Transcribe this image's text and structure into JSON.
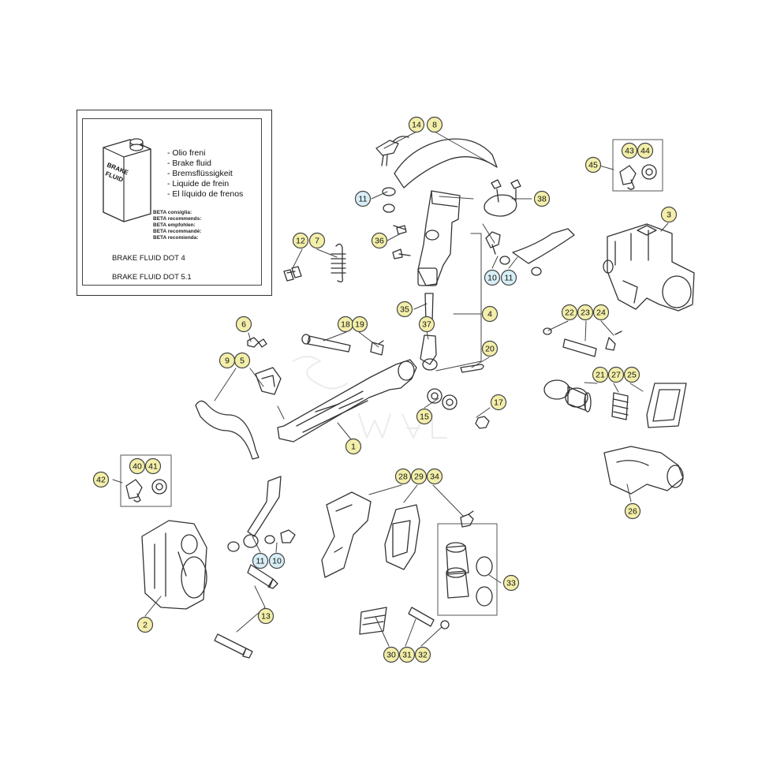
{
  "legend": {
    "can_label_line1": "BRAKE",
    "can_label_line2": "FLUID",
    "names": [
      "- Olio freni",
      "- Brake fluid",
      "- Bremsflüssigkeit",
      "- Liquide de frein",
      "- El líquido de frenos"
    ],
    "recommend": [
      "BETA consiglia:",
      "BETA recommends:",
      "BETA empfohlen:",
      "BETA recommandé:",
      "BETA recomienda:"
    ],
    "fluids": [
      "BRAKE FLUID DOT 4",
      "BRAKE FLUID DOT 5.1"
    ]
  },
  "colors": {
    "callout_fill": "#f3efaa",
    "callout_fill_blue": "#d7eef6",
    "callout_stroke": "#444444",
    "line": "#333333"
  },
  "callouts": [
    {
      "label": "14",
      "style": "yellow"
    },
    {
      "label": "8",
      "style": "yellow"
    },
    {
      "label": "11",
      "style": "blue"
    },
    {
      "label": "38",
      "style": "yellow"
    },
    {
      "label": "43",
      "style": "yellow"
    },
    {
      "label": "44",
      "style": "yellow"
    },
    {
      "label": "45",
      "style": "yellow"
    },
    {
      "label": "3",
      "style": "yellow"
    },
    {
      "label": "36",
      "style": "yellow"
    },
    {
      "label": "12",
      "style": "yellow"
    },
    {
      "label": "7",
      "style": "yellow"
    },
    {
      "label": "10",
      "style": "blue"
    },
    {
      "label": "11",
      "style": "blue"
    },
    {
      "label": "35",
      "style": "yellow"
    },
    {
      "label": "4",
      "style": "yellow"
    },
    {
      "label": "22",
      "style": "yellow"
    },
    {
      "label": "23",
      "style": "yellow"
    },
    {
      "label": "24",
      "style": "yellow"
    },
    {
      "label": "6",
      "style": "yellow"
    },
    {
      "label": "18",
      "style": "yellow"
    },
    {
      "label": "19",
      "style": "yellow"
    },
    {
      "label": "37",
      "style": "yellow"
    },
    {
      "label": "20",
      "style": "yellow"
    },
    {
      "label": "9",
      "style": "yellow"
    },
    {
      "label": "5",
      "style": "yellow"
    },
    {
      "label": "21",
      "style": "yellow"
    },
    {
      "label": "27",
      "style": "yellow"
    },
    {
      "label": "25",
      "style": "yellow"
    },
    {
      "label": "17",
      "style": "yellow"
    },
    {
      "label": "15",
      "style": "yellow"
    },
    {
      "label": "1",
      "style": "yellow"
    },
    {
      "label": "40",
      "style": "yellow"
    },
    {
      "label": "41",
      "style": "yellow"
    },
    {
      "label": "42",
      "style": "yellow"
    },
    {
      "label": "28",
      "style": "yellow"
    },
    {
      "label": "29",
      "style": "yellow"
    },
    {
      "label": "34",
      "style": "yellow"
    },
    {
      "label": "26",
      "style": "yellow"
    },
    {
      "label": "11",
      "style": "blue"
    },
    {
      "label": "10",
      "style": "blue"
    },
    {
      "label": "33",
      "style": "yellow"
    },
    {
      "label": "13",
      "style": "yellow"
    },
    {
      "label": "2",
      "style": "yellow"
    },
    {
      "label": "30",
      "style": "yellow"
    },
    {
      "label": "31",
      "style": "yellow"
    },
    {
      "label": "32",
      "style": "yellow"
    }
  ]
}
